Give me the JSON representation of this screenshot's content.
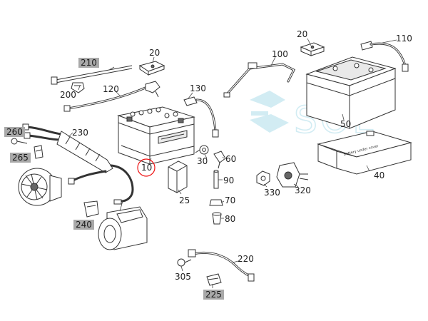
{
  "diagram": {
    "labels": [
      {
        "id": "l210",
        "text": "210",
        "highlight": true
      },
      {
        "id": "l20a",
        "text": "20",
        "highlight": false
      },
      {
        "id": "l20b",
        "text": "20",
        "highlight": false
      },
      {
        "id": "l110",
        "text": "110",
        "highlight": false
      },
      {
        "id": "l100",
        "text": "100",
        "highlight": false
      },
      {
        "id": "l120",
        "text": "120",
        "highlight": false
      },
      {
        "id": "l200",
        "text": "200",
        "highlight": false
      },
      {
        "id": "l130",
        "text": "130",
        "highlight": false
      },
      {
        "id": "l50",
        "text": "50",
        "highlight": false
      },
      {
        "id": "l260",
        "text": "260",
        "highlight": true
      },
      {
        "id": "l230",
        "text": "230",
        "highlight": false
      },
      {
        "id": "l265",
        "text": "265",
        "highlight": true
      },
      {
        "id": "l30",
        "text": "30",
        "highlight": false
      },
      {
        "id": "l60",
        "text": "60",
        "highlight": false
      },
      {
        "id": "l10",
        "text": "10",
        "highlight": false,
        "circled": true
      },
      {
        "id": "l90",
        "text": "90",
        "highlight": false
      },
      {
        "id": "l40",
        "text": "40",
        "highlight": false
      },
      {
        "id": "l330",
        "text": "330",
        "highlight": false
      },
      {
        "id": "l320",
        "text": "320",
        "highlight": false
      },
      {
        "id": "l25",
        "text": "25",
        "highlight": false
      },
      {
        "id": "l70",
        "text": "70",
        "highlight": false
      },
      {
        "id": "l80",
        "text": "80",
        "highlight": false
      },
      {
        "id": "l240",
        "text": "240",
        "highlight": true
      },
      {
        "id": "l220",
        "text": "220",
        "highlight": false
      },
      {
        "id": "l305",
        "text": "305",
        "highlight": false
      },
      {
        "id": "l225",
        "text": "225",
        "highlight": true
      }
    ],
    "watermark": "SOL",
    "cover_text": "Battery under cover"
  },
  "colors": {
    "ink": "#333333",
    "label_highlight": "#a9a9a9",
    "selection_circle": "#e11111",
    "watermark": "#9cd6e6"
  }
}
